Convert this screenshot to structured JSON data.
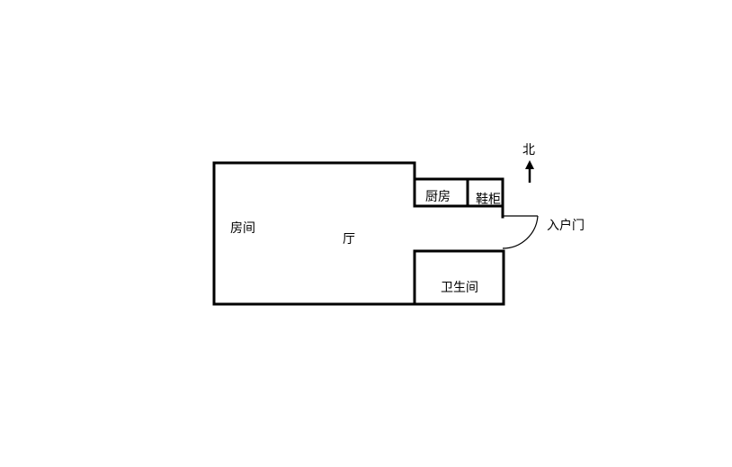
{
  "rooms": {
    "bedroom": "房间",
    "hall": "厅",
    "kitchen": "厨房",
    "shoe_cabinet": "鞋柜",
    "bathroom": "卫生间"
  },
  "entrance_label": "入户门",
  "compass": {
    "north_label": "北"
  },
  "colors": {
    "line": "#000000",
    "background": "#ffffff"
  }
}
